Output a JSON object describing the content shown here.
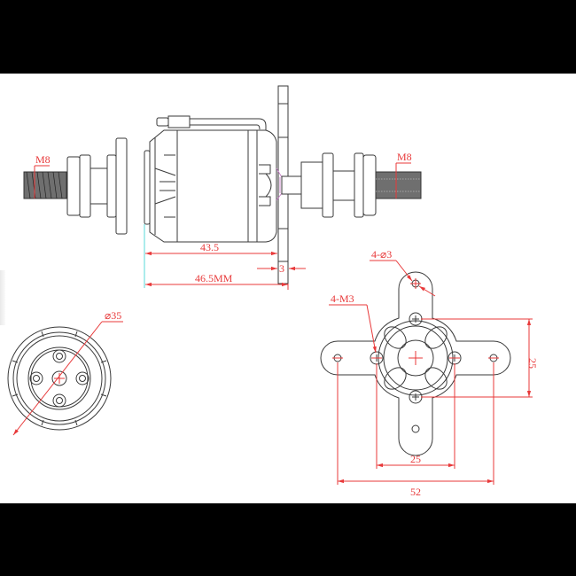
{
  "drawing": {
    "title": "Outrunner brushless motor with mounting hardware — dimensional drawing",
    "colors": {
      "background": "#ffffff",
      "letterbox": "#000000",
      "outline": "#3a3a3a",
      "dimension": "#e8393a",
      "extension": "#57d8d8"
    },
    "side_view": {
      "left_shaft_thread_label": "M8",
      "right_shaft_thread_label": "M8",
      "dim_body_length": "43.5",
      "dim_total_length": "46.5MM",
      "dim_mount_thickness": "3"
    },
    "front_view": {
      "diameter_label": "⌀35"
    },
    "mount_view": {
      "mount_holes_label": "4-⌀3",
      "motor_screws_label": "4-M3",
      "dim_vertical_screw_spacing": "25",
      "dim_horizontal_screw_spacing": "25",
      "dim_mount_hole_spacing": "52"
    }
  }
}
